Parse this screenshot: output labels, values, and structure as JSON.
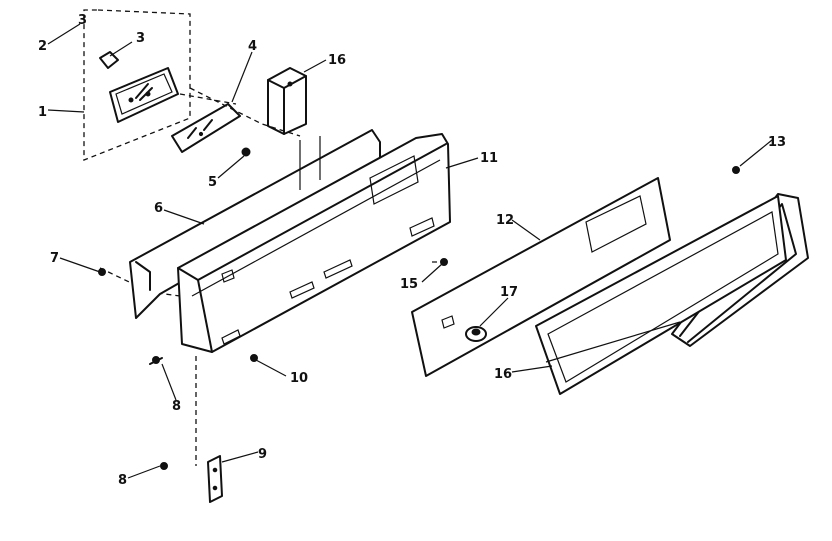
{
  "labels": {
    "p1": "1",
    "p2": "2",
    "p3a": "3",
    "p3b": "3",
    "p4": "4",
    "p5": "5",
    "p6": "6",
    "p7": "7",
    "p8a": "8",
    "p8b": "8",
    "p9": "9",
    "p10": "10",
    "p11": "11",
    "p12": "12",
    "p13": "13",
    "p15": "15",
    "p16a": "16",
    "p16b": "16",
    "p17": "17"
  }
}
